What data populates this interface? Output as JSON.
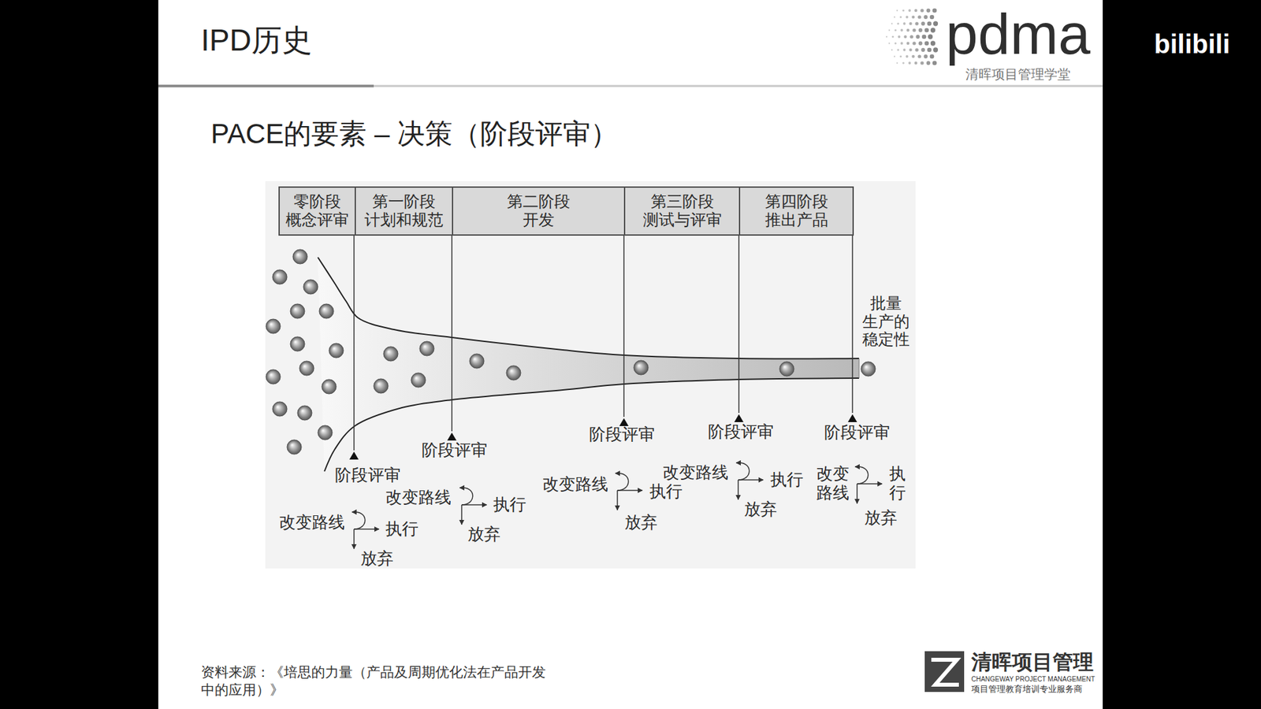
{
  "diagram": {
    "title": "IPD历史",
    "caption": "资料来源：《培思的力量（产品及周期优化法在产品开发 中的应用）》",
    "nodes": [
      {
        "text": [
          "零阶段",
          "概念评审"
        ]
      },
      {
        "text": [
          "第一阶段",
          "计划和规范"
        ]
      },
      {
        "text": [
          "第二阶段",
          "开发"
        ]
      },
      {
        "text": [
          "第三阶段",
          "测试与评审"
        ]
      },
      {
        "text": [
          "第四阶段",
          "推出产品"
        ]
      }
    ],
    "labels": [
      "pdma",
      "清晖项目管理学堂",
      "bilibili",
      "PACE的要素 – 决策（阶段评审）",
      "批量 生产的 稳定性",
      "阶段评审",
      "阶段评审",
      "阶段评审",
      "阶段评审",
      "阶段评审",
      "改变路线",
      "执行",
      "放弃",
      "改变路线",
      "执行",
      "放弃",
      "改变路线",
      "执行",
      "放弃",
      "改变路线",
      "执行",
      "放弃",
      "改变 路线",
      "执 行",
      "放弃",
      "清晖项目管理",
      "CHANGEWAY PROJECT MANAGEMENT",
      "项目管理教育培训专业服务商"
    ]
  }
}
